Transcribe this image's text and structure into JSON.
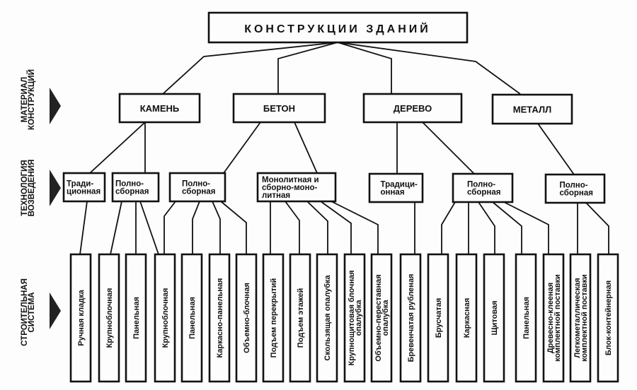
{
  "title": "КОНСТРУКЦИИ ЗДАНИЙ",
  "levels": [
    {
      "lines": [
        "МАТЕРИАЛ",
        "КОНСТРУКЦИЙ"
      ],
      "icon": "triangle-arrow-icon"
    },
    {
      "lines": [
        "ТЕХНОЛОГИЯ",
        "ВОЗВЕДЕНИЯ"
      ],
      "icon": "triangle-arrow-icon"
    },
    {
      "lines": [
        "СТРОИТЕЛЬНАЯ",
        "СИСТЕМА"
      ],
      "icon": "triangle-arrow-icon"
    }
  ],
  "materials": [
    "КАМЕНЬ",
    "БЕТОН",
    "ДЕРЕВО",
    "МЕТАЛЛ"
  ],
  "technologies": [
    {
      "material": "КАМЕНЬ",
      "lines": [
        "Тради-",
        "ционная"
      ]
    },
    {
      "material": "КАМЕНЬ",
      "lines": [
        "Полно-",
        "сборная"
      ]
    },
    {
      "material": "БЕТОН",
      "lines": [
        "Полно-",
        "сборная"
      ]
    },
    {
      "material": "БЕТОН",
      "lines": [
        "Монолитная и",
        "сборно-моно-",
        "литная"
      ]
    },
    {
      "material": "ДЕРЕВО",
      "lines": [
        "Традици-",
        "онная"
      ]
    },
    {
      "material": "ДЕРЕВО",
      "lines": [
        "Полно-",
        "сборная"
      ]
    },
    {
      "material": "МЕТАЛЛ",
      "lines": [
        "Полно-",
        "сборная"
      ]
    }
  ],
  "systems": [
    {
      "lines": [
        "Ручная кладка"
      ]
    },
    {
      "lines": [
        "Крупноблочная"
      ]
    },
    {
      "lines": [
        "Панельная"
      ]
    },
    {
      "lines": [
        "Крупноблочная"
      ]
    },
    {
      "lines": [
        "Панельная"
      ]
    },
    {
      "lines": [
        "Каркасно-панельная"
      ]
    },
    {
      "lines": [
        "Объемно-блочная"
      ]
    },
    {
      "lines": [
        "Подъем перекрытий"
      ]
    },
    {
      "lines": [
        "Подъем этажей"
      ]
    },
    {
      "lines": [
        "Скользящая опалубка"
      ]
    },
    {
      "lines": [
        "Крупнощитовая блочная",
        "опалубка"
      ]
    },
    {
      "lines": [
        "Объемно-переставная",
        "опалубка"
      ]
    },
    {
      "lines": [
        "Бревенчатая рубленая"
      ]
    },
    {
      "lines": [
        "Брусчатая"
      ]
    },
    {
      "lines": [
        "Каркасная"
      ]
    },
    {
      "lines": [
        "Щитовая"
      ]
    },
    {
      "lines": [
        "Панельная"
      ]
    },
    {
      "lines": [
        "Древесно-клееная",
        "комплектной поставки"
      ]
    },
    {
      "lines": [
        "Легкометаллическая",
        "комплектной поставки"
      ]
    },
    {
      "lines": [
        "Блок-контейнерная"
      ]
    }
  ]
}
